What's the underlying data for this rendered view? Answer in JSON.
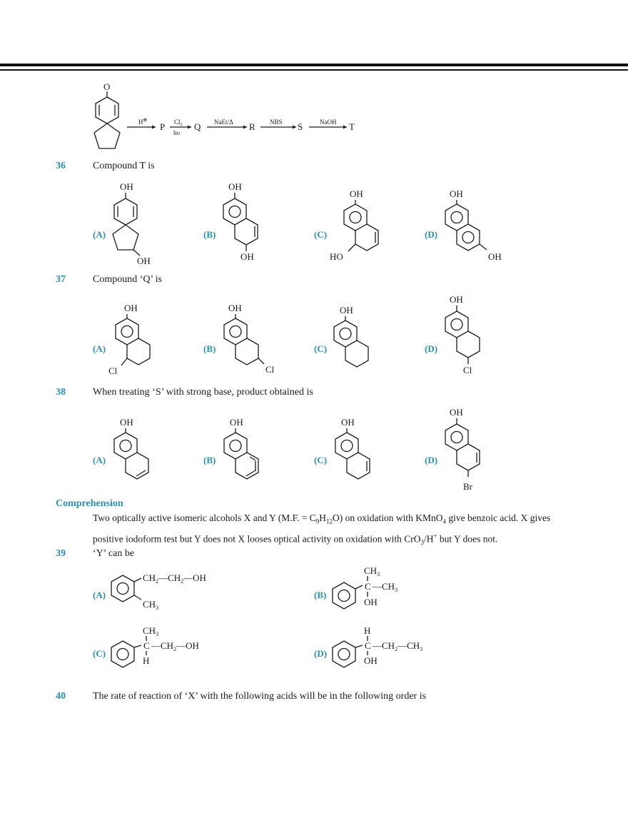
{
  "scheme": {
    "ketone_atom": "O",
    "step1": {
      "reagent": "H",
      "reagent_sup": "⊕",
      "product": "P"
    },
    "step2": {
      "reagent_top": "Cl",
      "reagent_top_sub": "2",
      "reagent_bottom": "hυ",
      "product": "Q"
    },
    "step3": {
      "reagent": "NaEt/Δ",
      "product": "R"
    },
    "step4": {
      "reagent": "NBS",
      "product": "S"
    },
    "step5": {
      "reagent": "NaOH",
      "product": "T"
    }
  },
  "q36": {
    "num": "36",
    "text": "Compound T is",
    "options": [
      {
        "label": "(A)",
        "groups": [
          "OH",
          "OH"
        ]
      },
      {
        "label": "(B)",
        "groups": [
          "OH",
          "OH"
        ]
      },
      {
        "label": "(C)",
        "groups": [
          "OH",
          "HO"
        ]
      },
      {
        "label": "(D)",
        "groups": [
          "OH",
          "OH"
        ]
      }
    ]
  },
  "q37": {
    "num": "37",
    "text": "Compound ‘Q’ is",
    "options": [
      {
        "label": "(A)",
        "groups": [
          "OH",
          "Cl"
        ]
      },
      {
        "label": "(B)",
        "groups": [
          "OH",
          "Cl"
        ]
      },
      {
        "label": "(C)",
        "groups": [
          "OH"
        ]
      },
      {
        "label": "(D)",
        "groups": [
          "OH",
          "Cl"
        ]
      }
    ]
  },
  "q38": {
    "num": "38",
    "text": "When treating ‘S’ with strong base, product obtained is",
    "options": [
      {
        "label": "(A)",
        "groups": [
          "OH"
        ]
      },
      {
        "label": "(B)",
        "groups": [
          "OH"
        ]
      },
      {
        "label": "(C)",
        "groups": [
          "OH"
        ]
      },
      {
        "label": "(D)",
        "groups": [
          "OH",
          "Br"
        ]
      }
    ]
  },
  "comprehension": {
    "heading": "Comprehension",
    "p1": "Two optically active isomeric alcohols X and Y (M.F. = C",
    "s1": "9",
    "p2": "H",
    "s2": "12",
    "p3": "O) on oxidation with KMnO",
    "s3": "4",
    "p4": " give benzoic acid. X gives",
    "line2a": "positive iodoform test but Y does not X looses optical activity on oxidation with CrO",
    "s4": "3",
    "line2b": "/H",
    "sup1": "+",
    "line2c": " but Y does not."
  },
  "q39": {
    "num": "39",
    "text": "‘Y’ can be",
    "options": [
      {
        "label": "(A)",
        "chain": [
          "CH",
          "2",
          "—CH",
          "2",
          "—OH"
        ],
        "sub": "CH",
        "sub_n": "3"
      },
      {
        "label": "(B)",
        "top": "CH",
        "top_n": "3",
        "center": "C",
        "right": "—CH",
        "right_n": "3",
        "bottom": "OH"
      },
      {
        "label": "(C)",
        "top": "CH",
        "top_n": "3",
        "center": "C",
        "right": "—CH",
        "right_n": "2",
        "right2": "—OH",
        "bottom": "H"
      },
      {
        "label": "(D)",
        "top": "H",
        "center": "C",
        "right": "—CH",
        "right_n": "2",
        "right2": "—CH",
        "right2_n": "3",
        "bottom": "OH"
      }
    ]
  },
  "q40": {
    "num": "40",
    "text": "The rate of reaction of ‘X’ with the following acids will be in the following order is"
  },
  "colors": {
    "accent": "#2b8fb0",
    "text": "#1a1a1a"
  }
}
